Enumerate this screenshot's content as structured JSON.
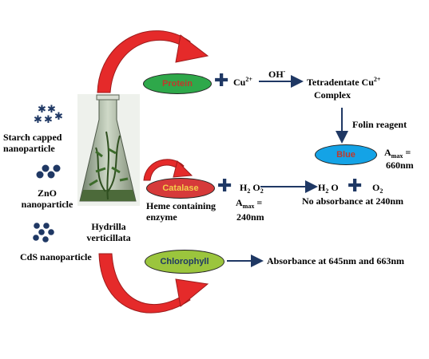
{
  "nanoparticles": {
    "starch_label": "Starch capped\nnanoparticle",
    "zno_label": "ZnO\nnanoparticle",
    "cds_label": "CdS nanoparticle"
  },
  "plant": {
    "label": "Hydrilla\nverticillata"
  },
  "protein_row": {
    "pill_label": "Protein",
    "ion": "Cu",
    "ion_charge": "2+",
    "reagent": "OH",
    "reagent_charge": "-",
    "product_line1": "Tetradentate Cu",
    "product_charge": "2+",
    "product_line2": "Complex",
    "folin": "Folin reagent",
    "blue_pill": "Blue",
    "amax_sym": "A",
    "amax_sub": "max",
    "amax_eq": "=",
    "amax_val": "660nm"
  },
  "catalase_row": {
    "pill_label": "Catalase",
    "desc": "Heme containing\nenzyme",
    "h2o2_h": "H",
    "h2o2_2a": "2",
    "h2o2_o": "O",
    "h2o2_2b": "2",
    "amax_sym": "A",
    "amax_sub": "max",
    "amax_eq": "=",
    "amax_val": "240nm",
    "prod_h": "H",
    "prod_2": "2",
    "prod_o": "O",
    "prod_o2": "O",
    "prod_o2_sub": "2",
    "no_abs": "No absorbance at 240nm"
  },
  "chlorophyll_row": {
    "pill_label": "Chlorophyll",
    "absorbance": "Absorbance at 645nm and 663nm"
  },
  "colors": {
    "protein_pill": "#2ea84a",
    "protein_text": "#c0392b",
    "blue_pill": "#14a3e6",
    "catalase_pill": "#d63a3a",
    "catalase_text": "#f4d04a",
    "chlorophyll_pill": "#9bc53d",
    "chlorophyll_text": "#1f3864",
    "curved_arrow": "#e52a2a",
    "flow_arrow": "#1f3864",
    "plus": "#1f3864",
    "dots": "#1f3864"
  },
  "icons": [
    "curved-red-arrow",
    "plus-sign",
    "flow-arrow",
    "nanoparticle-dots",
    "flask-image"
  ]
}
